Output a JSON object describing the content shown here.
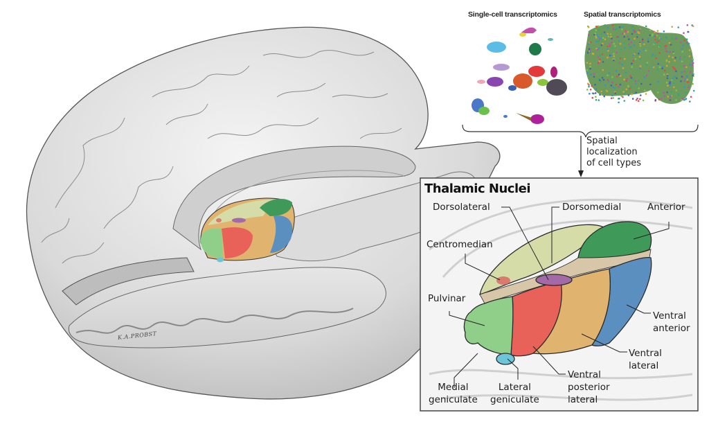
{
  "figure": {
    "panels": {
      "single_cell": {
        "title": "Single-cell transcriptomics"
      },
      "spatial": {
        "title": "Spatial transcriptomics"
      }
    },
    "flow_label": [
      "Spatial",
      "localization",
      "of cell types"
    ],
    "inset": {
      "title": "Thalamic Nuclei",
      "labels": {
        "dorsolateral": [
          "Dorsolateral"
        ],
        "dorsomedial": [
          "Dorsomedial"
        ],
        "anterior": [
          "Anterior"
        ],
        "centromedian": [
          "Centromedian"
        ],
        "pulvinar": [
          "Pulvinar"
        ],
        "ventral_anterior": [
          "Ventral",
          "anterior"
        ],
        "ventral_lateral": [
          "Ventral",
          "lateral"
        ],
        "ventral_posterior_lateral": [
          "Ventral",
          "posterior",
          "lateral"
        ],
        "medial_geniculate": [
          "Medial",
          "geniculate"
        ],
        "lateral_geniculate": [
          "Lateral",
          "geniculate"
        ]
      }
    },
    "signature": "K.A.PROBST",
    "nucleus_colors": {
      "anterior": "#3f9a5a",
      "dorsal": "#d6dca8",
      "dorsomedial": "#a46aa8",
      "centromedian": "#d87a6e",
      "pulvinar": "#8fcf8a",
      "ventral_posterior_lateral": "#e8625a",
      "ventral_lateral": "#e0b46e",
      "ventral_anterior": "#5b8fbf",
      "lateral_geniculate": "#6cc6d8"
    }
  }
}
